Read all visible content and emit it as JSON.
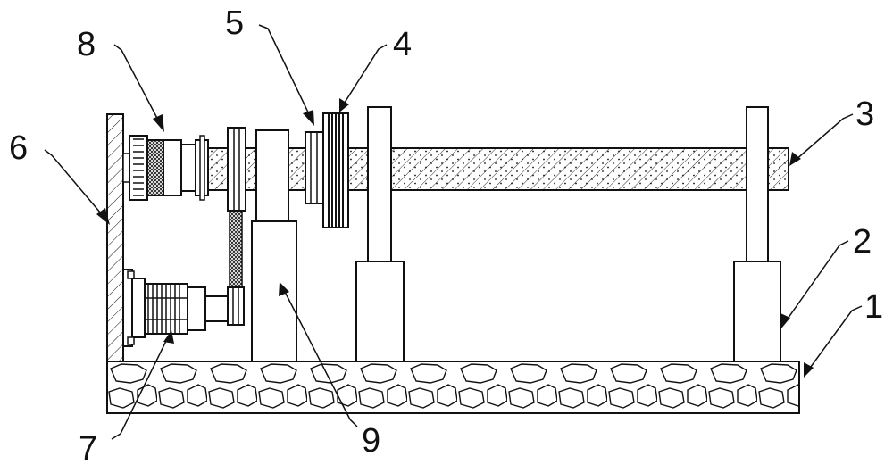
{
  "diagram": {
    "labels": {
      "c1": "1",
      "c2": "2",
      "c3": "3",
      "c4": "4",
      "c5": "5",
      "c6": "6",
      "c7": "7",
      "c8": "8",
      "c9": "9"
    },
    "colors": {
      "stroke": "#111111",
      "fill": "#ffffff"
    }
  }
}
